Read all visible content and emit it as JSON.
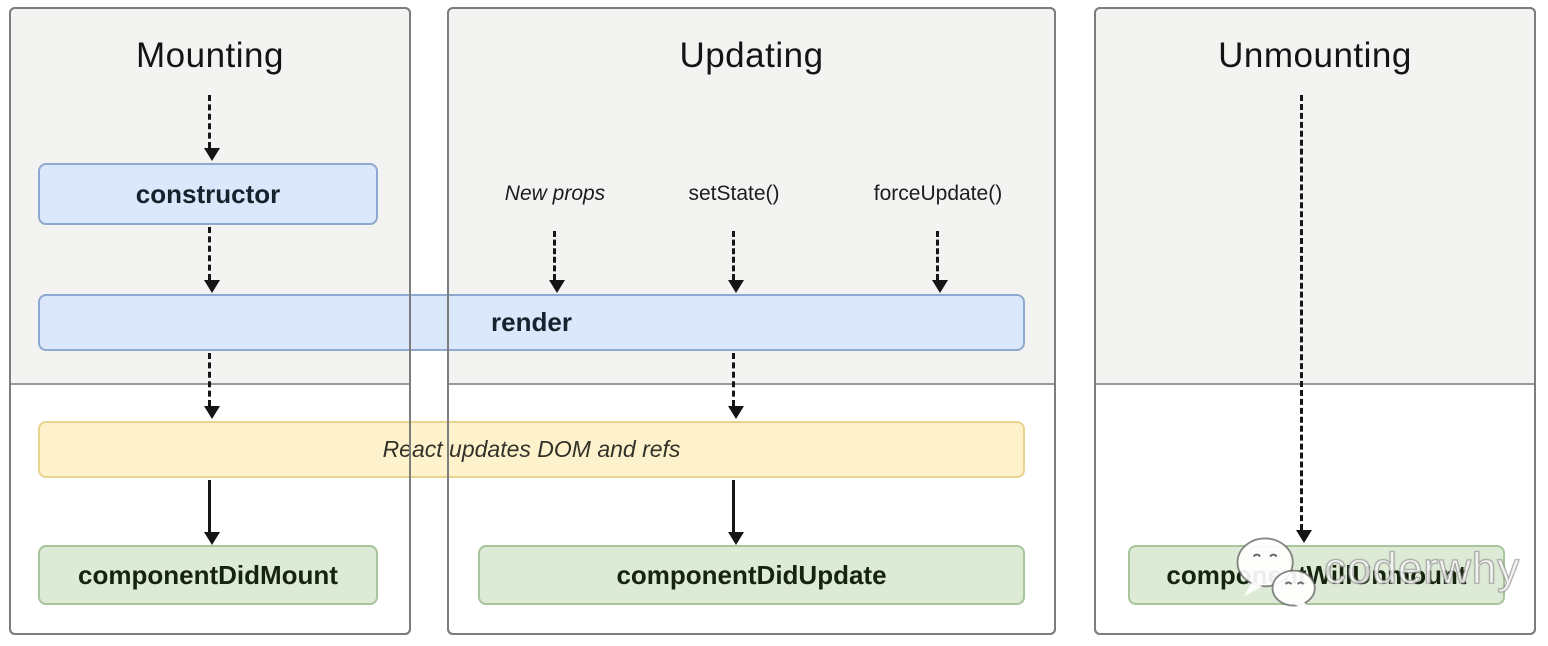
{
  "columns": [
    {
      "title": "Mounting"
    },
    {
      "title": "Updating"
    },
    {
      "title": "Unmounting"
    }
  ],
  "triggers": [
    {
      "label": "New props"
    },
    {
      "label": "setState()"
    },
    {
      "label": "forceUpdate()"
    }
  ],
  "boxes": {
    "constructor": {
      "label": "constructor"
    },
    "render": {
      "label": "render"
    },
    "react_updates": {
      "label": "React updates DOM and refs"
    },
    "component_did_mount": {
      "label": "componentDidMount"
    },
    "component_did_update": {
      "label": "componentDidUpdate"
    },
    "component_will_unmount": {
      "label": "componentWillUnmount"
    }
  },
  "watermark": {
    "text": "coderwhy",
    "icon": "wechat-icon"
  },
  "palette": {
    "phase_bg": "#f3f3f1",
    "panel_border": "#7d7d7d",
    "phase_divider": "#9a9a9a",
    "blue_fill": "#dbe8fb",
    "blue_border": "#8ea9cf",
    "yellow_fill": "#fdf2cc",
    "yellow_border": "#e8d48e",
    "green_fill": "#ddead6",
    "green_border": "#a9c59b",
    "arrow": "#151515"
  }
}
